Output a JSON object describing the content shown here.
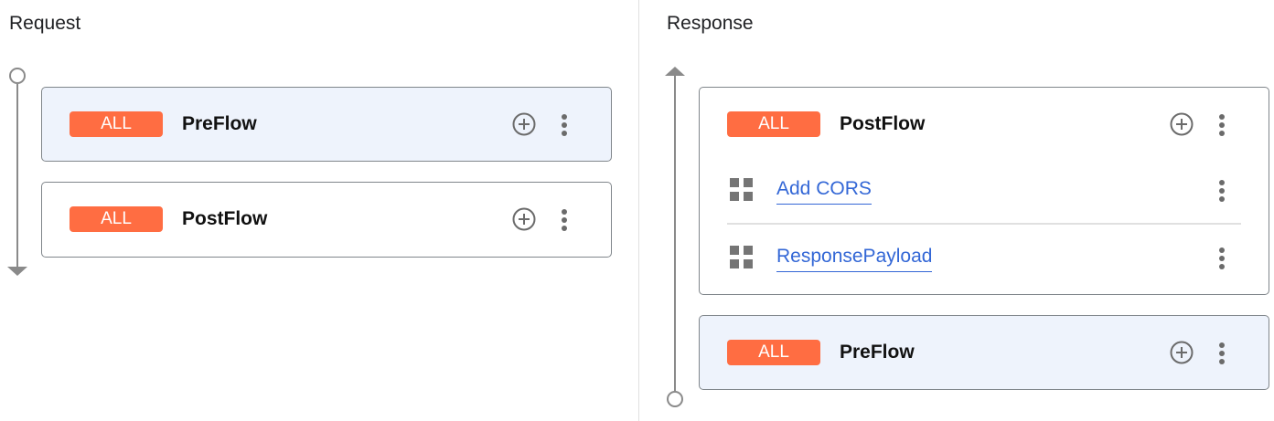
{
  "request": {
    "title": "Request",
    "flows": [
      {
        "badge": "ALL",
        "name": "PreFlow",
        "selected": true
      },
      {
        "badge": "ALL",
        "name": "PostFlow",
        "selected": false
      }
    ]
  },
  "response": {
    "title": "Response",
    "flows": [
      {
        "badge": "ALL",
        "name": "PostFlow",
        "selected": false,
        "steps": [
          "Add CORS",
          "ResponsePayload"
        ]
      },
      {
        "badge": "ALL",
        "name": "PreFlow",
        "selected": true
      }
    ]
  },
  "colors": {
    "badge": "#ff6d42",
    "link": "#3367d6",
    "selected_card": "#eef3fc"
  }
}
